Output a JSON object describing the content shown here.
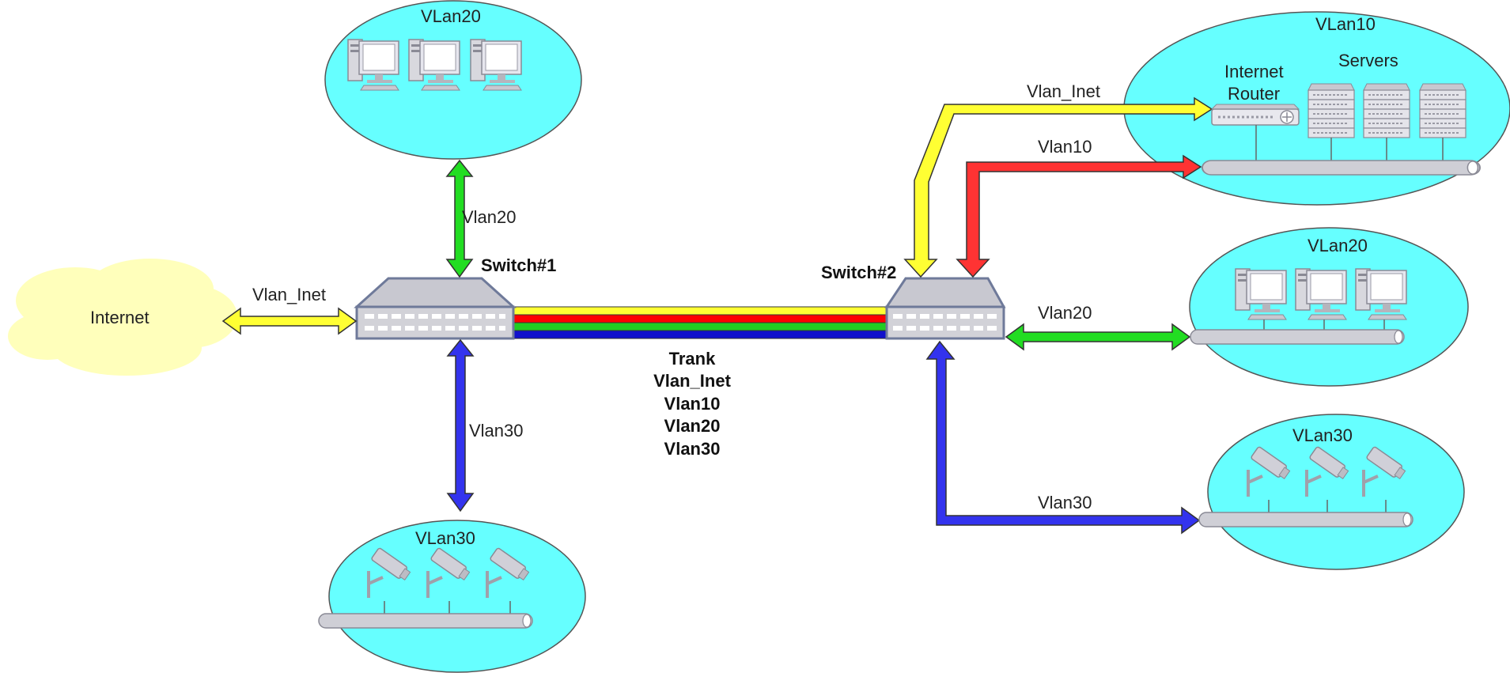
{
  "labels": {
    "cloud": "Internet",
    "switch1": "Switch#1",
    "switch2": "Switch#2",
    "trunk": [
      "Trank",
      "Vlan_Inet",
      "Vlan10",
      "Vlan20",
      "Vlan30"
    ],
    "link_internet": "Vlan_Inet",
    "link_sw1_top": "Vlan20",
    "link_sw1_bottom": "Vlan30",
    "link_sw2_inet": "Vlan_Inet",
    "link_sw2_vlan10": "Vlan10",
    "link_sw2_vlan20": "Vlan20",
    "link_sw2_vlan30": "Vlan30"
  },
  "groups": {
    "top_left": {
      "title": "VLan20",
      "type": "workstations"
    },
    "bottom_left": {
      "title": "VLan30",
      "type": "cameras"
    },
    "top_right": {
      "title": "VLan10",
      "router_label_1": "Internet",
      "router_label_2": "Router",
      "servers_label": "Servers"
    },
    "mid_right": {
      "title": "VLan20",
      "type": "workstations"
    },
    "bottom_right": {
      "title": "VLan30",
      "type": "cameras"
    }
  },
  "colors": {
    "vlan_inet": "#ffff33",
    "vlan10": "#ff3333",
    "vlan20": "#33dd22",
    "vlan30": "#3333ee",
    "ellipse_fill": "#66ffff",
    "cloud_fill": "#ffffbb",
    "device_grey": "#cfcfd6"
  }
}
